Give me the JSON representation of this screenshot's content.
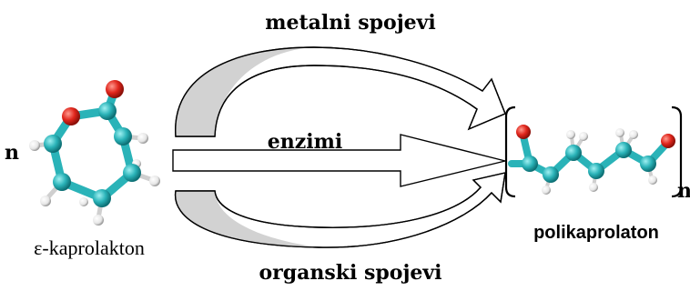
{
  "labels": {
    "top": "metalni spojevi",
    "middle": "enzimi",
    "bottom": "organski spojevi",
    "monomer": "ε-kaprolakton",
    "polymer": "polikaprolaton",
    "n_left": "n",
    "n_right": "n"
  },
  "colors": {
    "carbon": "#2ab3b8",
    "oxygen": "#e0261c",
    "hydrogen": "#e6e6e6",
    "arrow_fill": "#d2d2d2"
  }
}
